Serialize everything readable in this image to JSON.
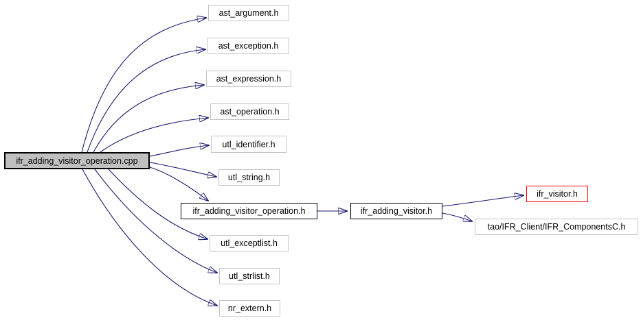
{
  "diagram": {
    "type": "include-dependency-graph",
    "colors": {
      "background": "#ffffff",
      "edge": "#191970",
      "node_fill": "#ffffff",
      "node_border_default": "#c4c4c4",
      "node_border_linked": "#000000",
      "node_border_highlight": "#ff0000",
      "current_node_fill": "#c0c0c0",
      "text": "#000000"
    },
    "nodes": [
      {
        "id": "cpp",
        "label": "ifr_adding_visitor_operation.cpp",
        "style": "current"
      },
      {
        "id": "ast_argument",
        "label": "ast_argument.h",
        "style": "default"
      },
      {
        "id": "ast_exception",
        "label": "ast_exception.h",
        "style": "default"
      },
      {
        "id": "ast_expression",
        "label": "ast_expression.h",
        "style": "default"
      },
      {
        "id": "ast_operation",
        "label": "ast_operation.h",
        "style": "default"
      },
      {
        "id": "utl_identifier",
        "label": "utl_identifier.h",
        "style": "default"
      },
      {
        "id": "utl_string",
        "label": "utl_string.h",
        "style": "default"
      },
      {
        "id": "ifr_op_h",
        "label": "ifr_adding_visitor_operation.h",
        "style": "linked"
      },
      {
        "id": "utl_exceptlist",
        "label": "utl_exceptlist.h",
        "style": "default"
      },
      {
        "id": "utl_strlist",
        "label": "utl_strlist.h",
        "style": "default"
      },
      {
        "id": "nr_extern",
        "label": "nr_extern.h",
        "style": "default"
      },
      {
        "id": "ifr_adding",
        "label": "ifr_adding_visitor.h",
        "style": "linked"
      },
      {
        "id": "ifr_visitor",
        "label": "ifr_visitor.h",
        "style": "highlight"
      },
      {
        "id": "tao",
        "label": "tao/IFR_Client/IFR_ComponentsC.h",
        "style": "default"
      }
    ],
    "edges": [
      {
        "from": "ifr_adding_visitor_operation.cpp",
        "to": "ast_argument.h"
      },
      {
        "from": "ifr_adding_visitor_operation.cpp",
        "to": "ast_exception.h"
      },
      {
        "from": "ifr_adding_visitor_operation.cpp",
        "to": "ast_expression.h"
      },
      {
        "from": "ifr_adding_visitor_operation.cpp",
        "to": "ast_operation.h"
      },
      {
        "from": "ifr_adding_visitor_operation.cpp",
        "to": "utl_identifier.h"
      },
      {
        "from": "ifr_adding_visitor_operation.cpp",
        "to": "utl_string.h"
      },
      {
        "from": "ifr_adding_visitor_operation.cpp",
        "to": "ifr_adding_visitor_operation.h"
      },
      {
        "from": "ifr_adding_visitor_operation.cpp",
        "to": "utl_exceptlist.h"
      },
      {
        "from": "ifr_adding_visitor_operation.cpp",
        "to": "utl_strlist.h"
      },
      {
        "from": "ifr_adding_visitor_operation.cpp",
        "to": "nr_extern.h"
      },
      {
        "from": "ifr_adding_visitor_operation.h",
        "to": "ifr_adding_visitor.h"
      },
      {
        "from": "ifr_adding_visitor.h",
        "to": "ifr_visitor.h"
      },
      {
        "from": "ifr_adding_visitor.h",
        "to": "tao/IFR_Client/IFR_ComponentsC.h"
      }
    ]
  }
}
